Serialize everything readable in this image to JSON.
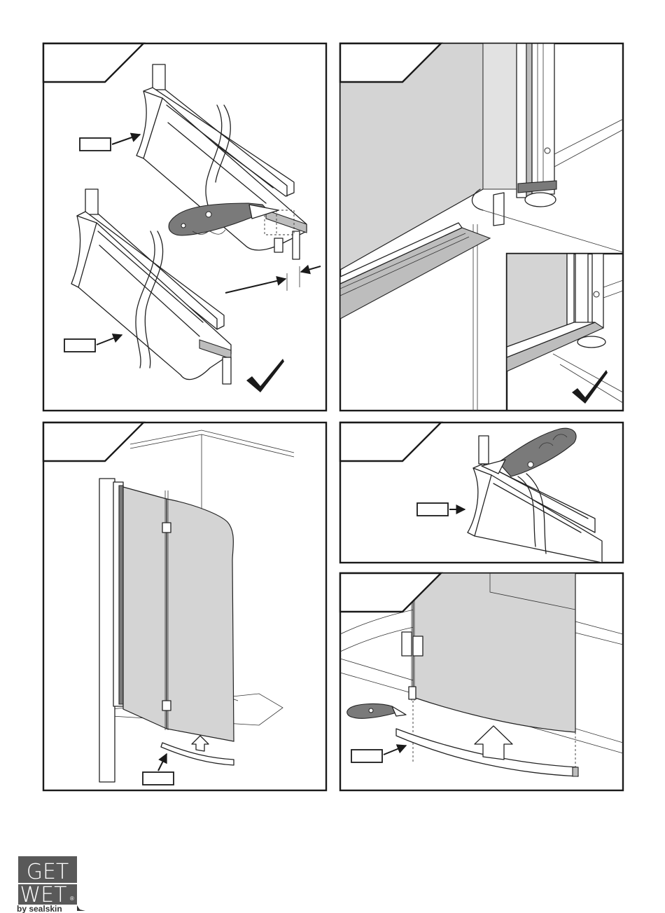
{
  "brand": {
    "line1": "GET",
    "line2": "WET",
    "registered": "®",
    "byline": "by sealskin",
    "background": "#595959"
  },
  "panels": [
    {
      "id": "panel-1",
      "subject": "cut-profile-with-knife"
    },
    {
      "id": "panel-2",
      "subject": "profile-at-hinge-bottom"
    },
    {
      "id": "panel-3",
      "subject": "bath-screen-install-seal"
    },
    {
      "id": "panel-4",
      "subject": "trim-profile-end"
    },
    {
      "id": "panel-5",
      "subject": "push-seal-onto-glass"
    }
  ],
  "icons": {
    "knife": "utility-knife-icon",
    "check": "checkmark-icon",
    "arrow_up": "outline-arrow-up-icon"
  }
}
